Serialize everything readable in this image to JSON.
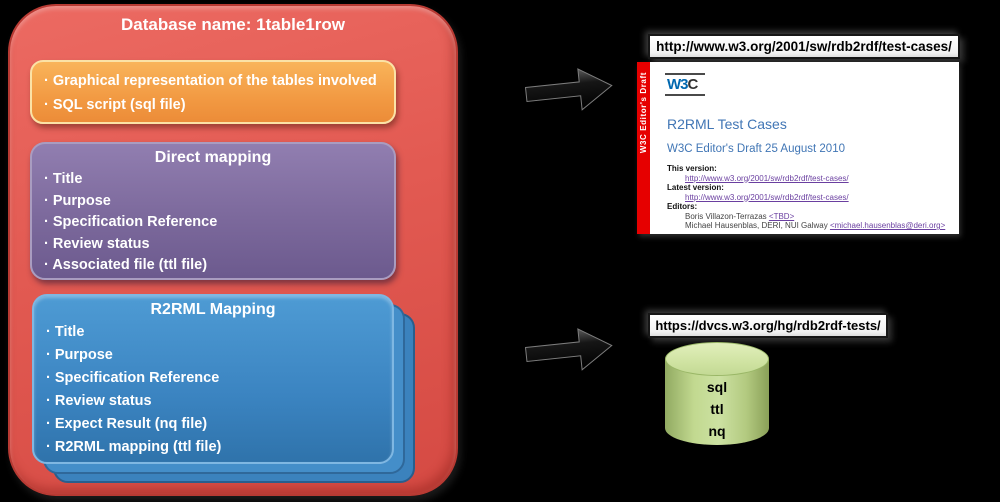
{
  "database_box": {
    "title": "Database name: 1table1row",
    "fill": "#e25a52",
    "artifacts_box": {
      "fill": "#f29a43",
      "items": [
        "Graphical representation of the tables involved",
        "SQL script (sql file)"
      ]
    },
    "direct_mapping_box": {
      "fill": "#7c699c",
      "title": "Direct mapping",
      "items": [
        "Title",
        "Purpose",
        "Specification Reference",
        "Review status",
        "Associated file (ttl file)"
      ]
    },
    "r2rml_mapping_box": {
      "fill": "#3b84c1",
      "title": "R2RML Mapping",
      "items": [
        "Title",
        "Purpose",
        "Specification Reference",
        "Review status",
        "Expect Result (nq file)",
        "R2RML mapping (ttl file)"
      ]
    }
  },
  "test_cases_page": {
    "url_label": "http://www.w3.org/2001/sw/rdb2rdf/test-cases/",
    "sidebar_text": "W3C Editor's Draft",
    "logo_w3": "W3",
    "logo_c": "C",
    "heading": "R2RML Test Cases",
    "subheading": "W3C Editor's Draft 25 August 2010",
    "this_version_label": "This version:",
    "this_version_url": "http://www.w3.org/2001/sw/rdb2rdf/test-cases/",
    "latest_version_label": "Latest version:",
    "latest_version_url": "http://www.w3.org/2001/sw/rdb2rdf/test-cases/",
    "editors_label": "Editors:",
    "editors": [
      {
        "name": "Boris Villazon-Terrazas ",
        "link": "<TBD>"
      },
      {
        "name": "Michael Hausenblas, DERI, NUI Galway ",
        "link": "<michael.hausenblas@deri.org>"
      }
    ]
  },
  "repo": {
    "url_label": "https://dvcs.w3.org/hg/rdb2rdf-tests/",
    "cylinder_items": [
      "sql",
      "ttl",
      "nq"
    ]
  }
}
